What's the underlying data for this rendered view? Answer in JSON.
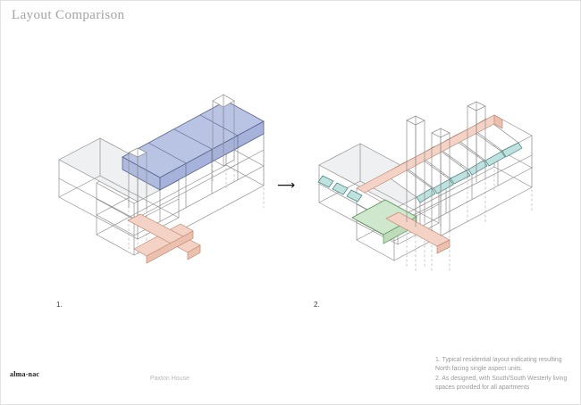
{
  "page": {
    "title": "Layout Comparison"
  },
  "figures": {
    "arrow_glyph": "⟶",
    "left": {
      "label": "1."
    },
    "right": {
      "label": "2."
    }
  },
  "footer": {
    "brand": "alma-nac",
    "project": "Paxton House",
    "caption_lines": [
      "1. Typical residential layout indicating resulting",
      "North facing single aspect units.",
      "2. As designed, with South/South Westerly living",
      "spaces provided for all apartments"
    ]
  },
  "colors": {
    "slab_blue": "#b9c3e3",
    "core_pink": "#f4d3c6",
    "glazing_teal": "#bfe1df",
    "unit_green": "#cfe7cc",
    "wireframe_gray": "#8d8d8d"
  }
}
